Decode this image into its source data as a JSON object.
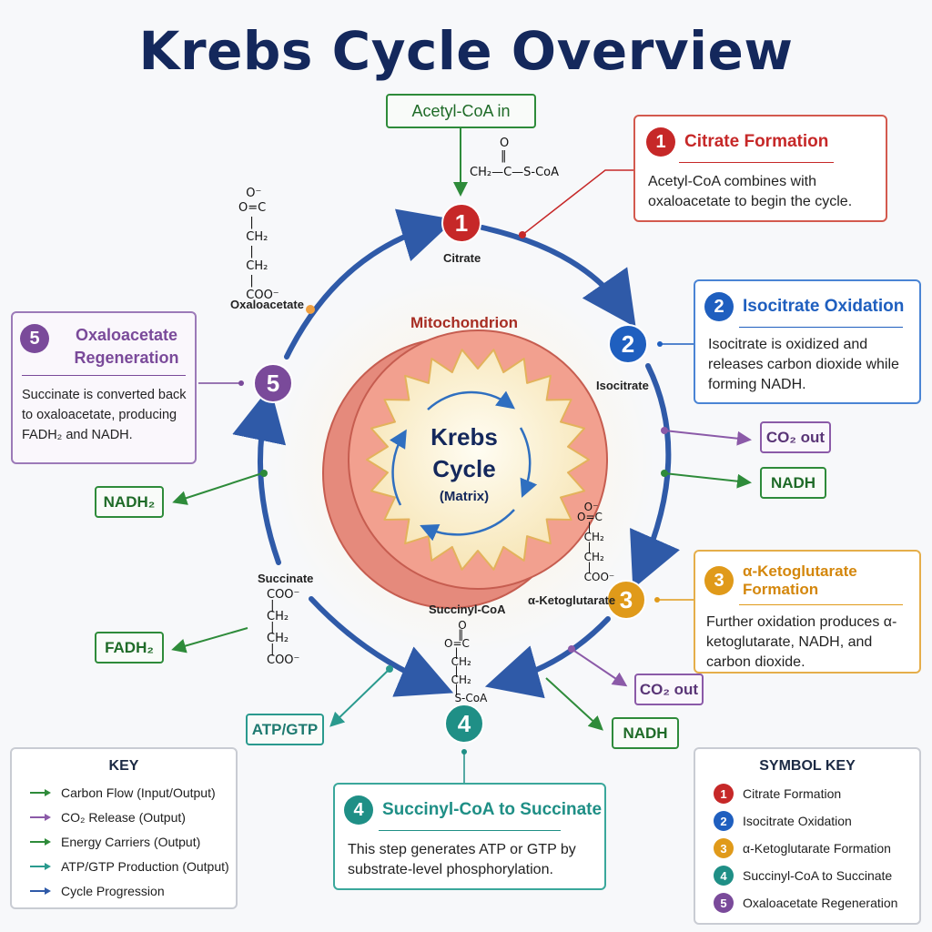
{
  "title": "Krebs Cycle Overview",
  "acetyl_chip": "Acetyl-CoA in",
  "acetyl_formula": {
    "o": "O",
    "bond": "‖",
    "line": "CH₂—C—S-CoA"
  },
  "center": {
    "mito_label": "Mitochondrion",
    "line1": "Krebs",
    "line2": "Cycle",
    "line3": "(Matrix)"
  },
  "nodes": [
    {
      "num": "1",
      "label": "Citrate",
      "color": "#c62828"
    },
    {
      "num": "2",
      "label": "Isocitrate",
      "color": "#1f5fbf"
    },
    {
      "num": "3",
      "label": "α-Ketoglutarate",
      "color": "#e09a1a"
    },
    {
      "num": "4",
      "label": "Succinyl-CoA",
      "color": "#1f8f86"
    },
    {
      "num": "5",
      "label": "Oxaloacetate",
      "color": "#7a4a9a"
    },
    {
      "label": "Succinate"
    }
  ],
  "steps": [
    {
      "num": "1",
      "title": "Citrate Formation",
      "desc": "Acetyl-CoA combines with oxaloacetate to begin the cycle.",
      "color": "#c62828"
    },
    {
      "num": "2",
      "title": "Isocitrate Oxidation",
      "desc": "Isocitrate is oxidized and releases carbon dioxide while forming NADH.",
      "color": "#1f5fbf"
    },
    {
      "num": "3",
      "title": "α-Ketoglutarate Formation",
      "desc": "Further oxidation produces α-ketoglutarate, NADH, and carbon dioxide.",
      "color": "#e09a1a"
    },
    {
      "num": "4",
      "title": "Succinyl-CoA to Succinate",
      "desc": "This step generates ATP or GTP by substrate-level phosphorylation.",
      "color": "#1f8f86"
    },
    {
      "num": "5",
      "title": "Oxaloacetate Regeneration",
      "desc": "Succinate is converted back to oxaloacetate, producing FADH₂ and NADH.",
      "color": "#7a4a9a"
    }
  ],
  "outputs": {
    "co2_a": "CO₂ out",
    "nadh_a": "NADH",
    "co2_b": "CO₂ out",
    "nadh_b": "NADH",
    "atp": "ATP/GTP",
    "fadh2": "FADH₂",
    "nadh2": "NADH₂"
  },
  "chem": {
    "oxaloacetate": "  O⁻\nO=C\n   |\n  CH₂\n   |\n  CH₂\n   |\n  COO⁻",
    "aketo": "  O⁻\nO=C\n   |\n  CH₂\n   |\n  CH₂\n   |\n  COO⁻",
    "succinyl": "    O\n    ‖\nO=C\n   |\n  CH₂\n   |\n  CH₂\n   |\n   S-CoA",
    "succinate": "COO⁻\n |\nCH₂\n |\nCH₂\n |\nCOO⁻"
  },
  "key": {
    "title": "KEY",
    "items": [
      {
        "label": "Carbon Flow (Input/Output)",
        "color": "#2e8b3a"
      },
      {
        "label": "CO₂ Release (Output)",
        "color": "#8b5aa8"
      },
      {
        "label": "Energy Carriers (Output)",
        "color": "#2e8b3a"
      },
      {
        "label": "ATP/GTP Production (Output)",
        "color": "#2a9a8e"
      },
      {
        "label": "Cycle Progression",
        "color": "#2f5aa8"
      }
    ]
  },
  "symbol_key": {
    "title": "SYMBOL KEY",
    "items": [
      {
        "num": "1",
        "label": "Citrate Formation",
        "color": "#c62828"
      },
      {
        "num": "2",
        "label": "Isocitrate Oxidation",
        "color": "#1f5fbf"
      },
      {
        "num": "3",
        "label": "α-Ketoglutarate Formation",
        "color": "#e09a1a"
      },
      {
        "num": "4",
        "label": "Succinyl-CoA to Succinate",
        "color": "#1f8f86"
      },
      {
        "num": "5",
        "label": "Oxaloacetate Regeneration",
        "color": "#7a4a9a"
      }
    ]
  }
}
